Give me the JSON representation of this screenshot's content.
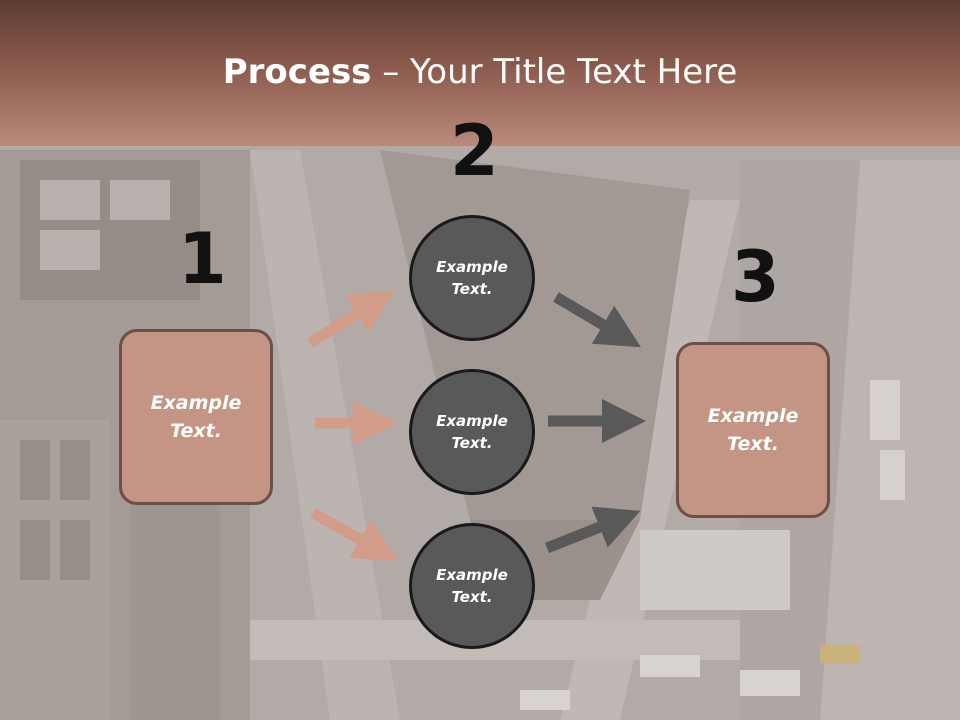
{
  "header": {
    "title_bold": "Process",
    "title_rest": " – Your Title Text Here"
  },
  "steps": {
    "one": "1",
    "two": "2",
    "three": "3"
  },
  "left_box": {
    "text": "Example Text."
  },
  "circles": [
    {
      "text": "Example Text."
    },
    {
      "text": "Example Text."
    },
    {
      "text": "Example Text."
    }
  ],
  "right_box": {
    "text": "Example Text."
  },
  "colors": {
    "header_top": "#5e3b33",
    "box_fill": "#c49484",
    "circle_fill": "#595959",
    "arrow_left": "#d39c89",
    "arrow_right": "#595959"
  }
}
